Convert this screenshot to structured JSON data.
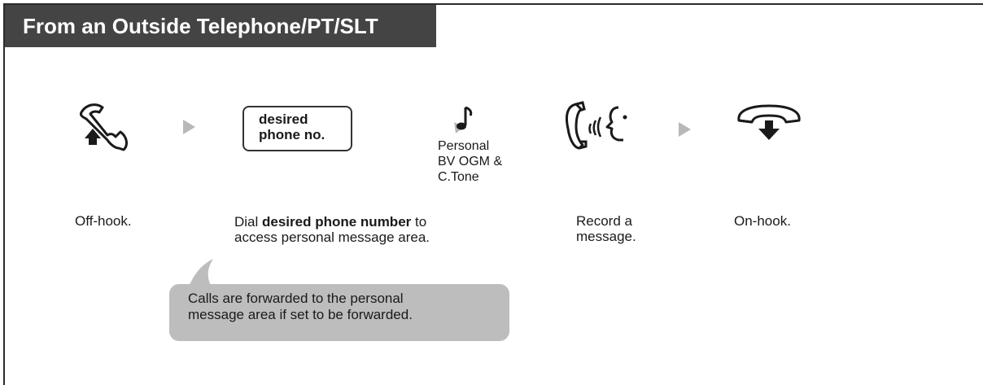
{
  "header": {
    "title": "From an Outside Telephone/PT/SLT"
  },
  "steps": {
    "off_hook": {
      "icon": "off-hook-handset-icon",
      "caption": "Off-hook."
    },
    "dial": {
      "icon": "key-box",
      "key_line1": "desired",
      "key_line2": "phone no.",
      "caption_prefix": "Dial ",
      "caption_bold": "desired phone number",
      "caption_suffix": " to access personal message area."
    },
    "tone": {
      "icon": "music-note-icon",
      "label_line1": "Personal",
      "label_line2": "BV OGM &",
      "label_line3": "C.Tone"
    },
    "record": {
      "icon": "speaking-into-handset-icon",
      "caption": "Record a message."
    },
    "on_hook": {
      "icon": "on-hook-handset-icon",
      "caption": "On-hook."
    }
  },
  "callout": {
    "line1": "Calls are forwarded to the personal",
    "line2": "message area if set to be forwarded."
  },
  "colors": {
    "title_bg": "#444444",
    "callout_bg": "#bdbdbd",
    "arrow": "#b8b8b8"
  }
}
